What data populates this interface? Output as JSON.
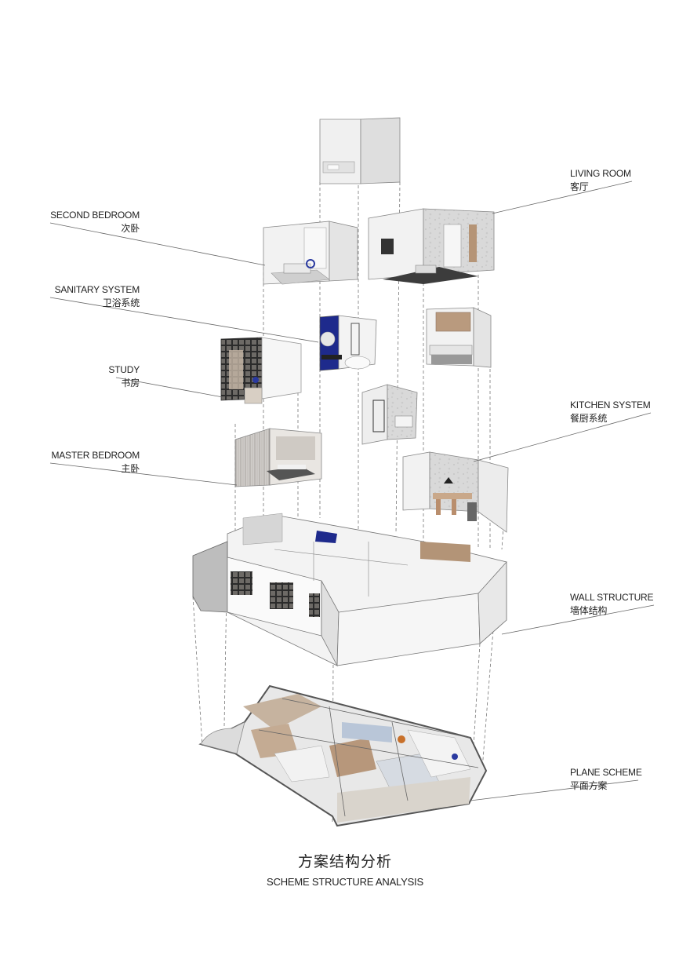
{
  "labels": {
    "living_room": {
      "en": "LIVING ROOM",
      "zh": "客厅"
    },
    "second_bedroom": {
      "en": "SECOND BEDROOM",
      "zh": "次卧"
    },
    "sanitary_system": {
      "en": "SANITARY SYSTEM",
      "zh": "卫浴系统"
    },
    "study": {
      "en": "STUDY",
      "zh": "书房"
    },
    "kitchen_system": {
      "en": "KITCHEN SYSTEM",
      "zh": "餐厨系统"
    },
    "master_bedroom": {
      "en": "MASTER BEDROOM",
      "zh": "主卧"
    },
    "wall_structure": {
      "en": "WALL STRUCTURE",
      "zh": "墙体结构"
    },
    "plane_scheme": {
      "en": "PLANE SCHEME",
      "zh": "平面方案"
    }
  },
  "title": {
    "zh": "方案结构分析",
    "en": "SCHEME STRUCTURE ANALYSIS"
  },
  "colors": {
    "wall": "#e9e9e9",
    "floor": "#dcd6cf",
    "wood": "#b08c6e",
    "accent_blue": "#1e2a8c",
    "marble": "#d4d4d4"
  }
}
